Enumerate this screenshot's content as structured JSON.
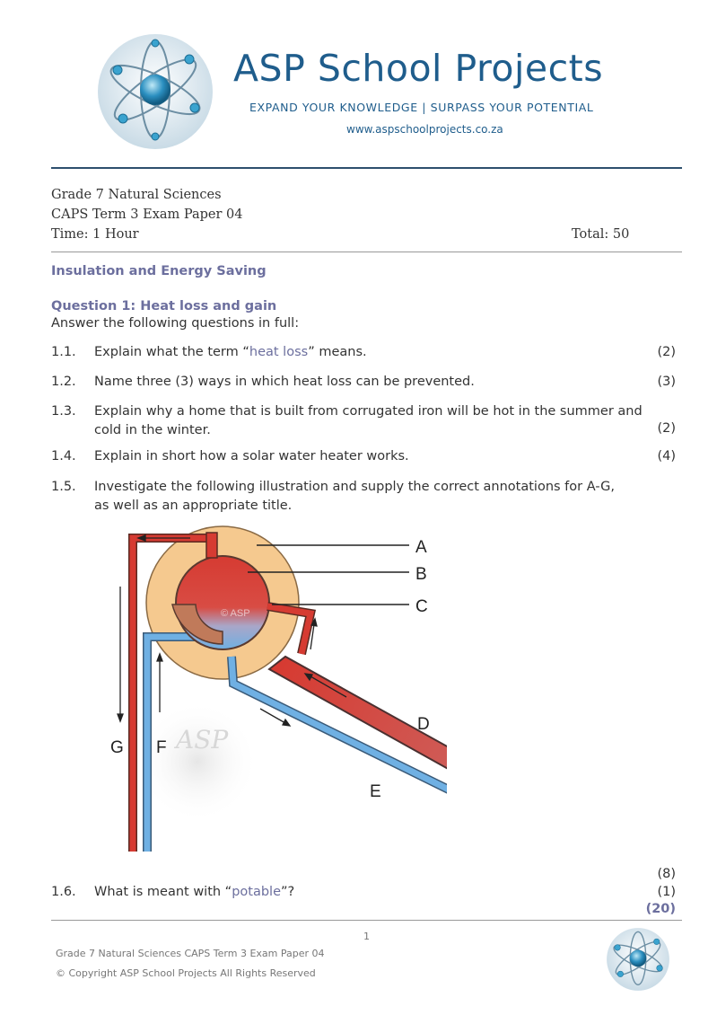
{
  "header": {
    "title": "ASP School Projects",
    "tagline": "EXPAND YOUR KNOWLEDGE  |  SURPASS YOUR POTENTIAL",
    "website": "www.aspschoolprojects.co.za"
  },
  "paper": {
    "subject": "Grade 7 Natural Sciences",
    "paper": "CAPS Term 3 Exam Paper 04",
    "time": "Time:  1 Hour",
    "total": "Total:  50"
  },
  "section_title": "Insulation and Energy Saving",
  "question": {
    "title": "Question 1:  Heat loss and gain",
    "intro": "Answer the following questions in full:",
    "items": [
      {
        "num": "1.1.",
        "pre": "Explain what the term “",
        "hl": "heat loss",
        "post": "” means.",
        "marks": "(2)"
      },
      {
        "num": "1.2.",
        "text": "Name three (3) ways in which heat loss can be prevented.",
        "marks": "(3)"
      },
      {
        "num": "1.3.",
        "text": "Explain why a home that is built from corrugated iron will be hot in the summer and cold in the winter.",
        "marks": "(2)"
      },
      {
        "num": "1.4.",
        "text": "Explain in short how a solar water heater works.",
        "marks": "(4)"
      },
      {
        "num": "1.5.",
        "text": "Investigate the following illustration and supply the correct annotations for A-G, as well as an appropriate title.",
        "marks": "(8)"
      },
      {
        "num": "1.6.",
        "pre": "What is meant with “",
        "hl": "potable",
        "post": "”?",
        "marks": "(1)"
      }
    ],
    "total_marks": "(20)"
  },
  "diagram": {
    "labels": [
      "A",
      "B",
      "C",
      "D",
      "E",
      "G",
      "F"
    ],
    "watermark_small": "© ASP",
    "watermark_large": "ASP",
    "colors": {
      "hot": "#d63b32",
      "cold": "#6fb0e3",
      "insulation": "#f5c98f"
    }
  },
  "footer": {
    "page": "1",
    "line1": "Grade 7 Natural Sciences CAPS Term 3 Exam Paper 04",
    "line2": "© Copyright ASP School Projects All Rights Reserved"
  }
}
